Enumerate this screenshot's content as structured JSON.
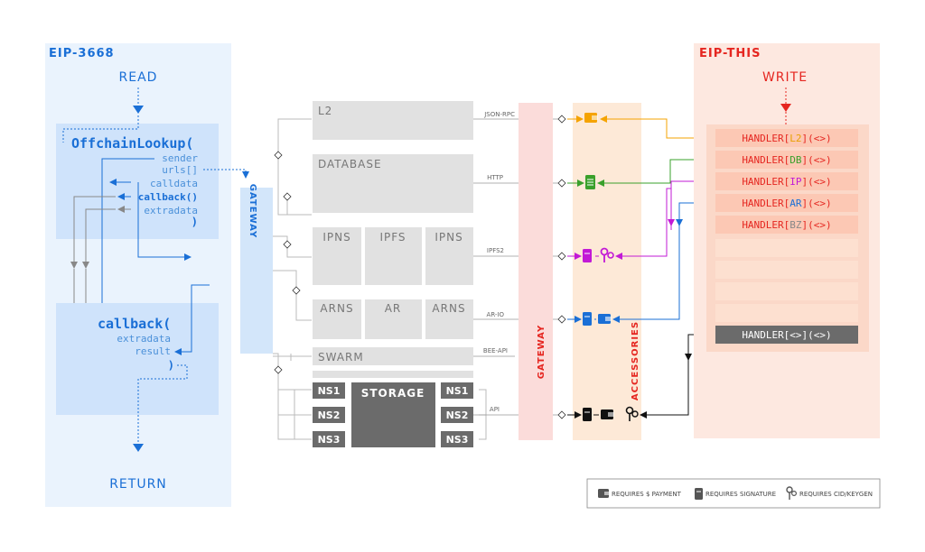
{
  "left": {
    "eip": "EIP-3668",
    "read": "READ",
    "offchain": "OffchainLookup(",
    "params": [
      "sender",
      "urls[]",
      "calldata",
      "callback()",
      "extradata",
      ")"
    ],
    "callback": "callback(",
    "cb_params": [
      "extradata",
      "result",
      ")"
    ],
    "return": "RETURN"
  },
  "gateway_left": "GATEWAY",
  "storage": {
    "l2": "L2",
    "database": "DATABASE",
    "ipns1": "IPNS",
    "ipfs": "IPFS",
    "ipns2": "IPNS",
    "arns1": "ARNS",
    "ar": "AR",
    "arns2": "ARNS",
    "swarm": "SWARM",
    "ns1": "NS1",
    "ns2": "NS2",
    "ns3": "NS3",
    "storage": "STORAGE",
    "ns1b": "NS1",
    "ns2b": "NS2",
    "ns3b": "NS3"
  },
  "protocols": [
    "JSON-RPC",
    "HTTP",
    "IPFS2",
    "AR-IO",
    "BEE-API",
    "API"
  ],
  "gateway_right": "GATEWAY",
  "accessories": "ACCESSORIES",
  "right": {
    "eip": "EIP-THIS",
    "write": "WRITE",
    "handlers": [
      {
        "pre": "HANDLER[",
        "key": "L2",
        "post": "](<>)",
        "color": "#e8a000"
      },
      {
        "pre": "HANDLER[",
        "key": "DB",
        "post": "](<>)",
        "color": "#3aa02b"
      },
      {
        "pre": "HANDLER[",
        "key": "IP",
        "post": "](<>)",
        "color": "#c21ad6"
      },
      {
        "pre": "HANDLER[",
        "key": "AR",
        "post": "](<>)",
        "color": "#1a6fd6"
      },
      {
        "pre": "HANDLER[",
        "key": "BZ",
        "post": "](<>)",
        "color": "#888888"
      }
    ],
    "generic": "HANDLER[<>](<>)"
  },
  "legend": {
    "payment": "REQUIRES $ PAYMENT",
    "signature": "REQUIRES SIGNATURE",
    "cid": "REQUIRES CID/KEYGEN"
  },
  "colors": {
    "blue": "#1a6fd6",
    "red": "#e52620",
    "orange": "#f5a300",
    "green": "#3aa02b",
    "purple": "#c21ad6",
    "grey_box": "#e1e1e1",
    "dark_box": "#6b6b6b"
  }
}
